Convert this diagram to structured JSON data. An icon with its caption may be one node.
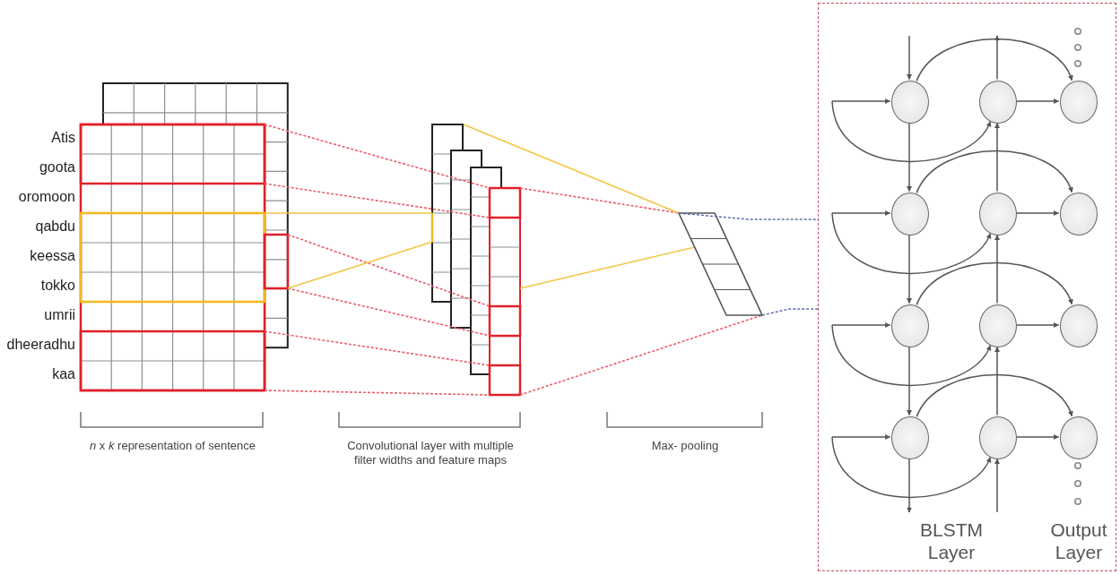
{
  "diagram": {
    "nodes": [
      {
        "text": [
          "BLSTM Layer",
          "Output Layer"
        ]
      },
      {
        "text": [],
        "shape": "circle",
        "in": 0
      },
      {
        "text": [],
        "shape": "circle",
        "in": 0
      },
      {
        "text": [],
        "shape": "circle",
        "in": 0
      },
      {
        "text": [],
        "shape": "circle",
        "in": 0
      },
      {
        "text": [],
        "shape": "circle",
        "in": 0
      },
      {
        "text": [],
        "shape": "circle",
        "in": 0
      },
      {
        "text": [],
        "shape": "circle",
        "in": 0
      },
      {
        "text": [],
        "shape": "circle",
        "in": 0
      },
      {
        "text": [],
        "shape": "circle",
        "in": 0
      },
      {
        "text": [],
        "shape": "circle",
        "in": 0
      },
      {
        "text": [],
        "shape": "circle",
        "in": 0
      },
      {
        "text": [],
        "shape": "circle",
        "in": 0
      }
    ],
    "edges": [
      {
        "from": null,
        "to": 1,
        "arrow": "to"
      },
      {
        "from": null,
        "to": 1,
        "arrow": "to"
      },
      {
        "from": null,
        "to": 2,
        "arrow": "to"
      },
      {
        "from": 1,
        "to": 3,
        "arrow": "to"
      },
      {
        "from": 2,
        "to": 3,
        "arrow": "to"
      },
      {
        "from": 1,
        "to": 4,
        "arrow": "to"
      },
      {
        "from": 5,
        "to": 2,
        "arrow": "to"
      },
      {
        "from": null,
        "to": 4,
        "arrow": "to"
      },
      {
        "from": null,
        "to": 5,
        "arrow": "to"
      },
      {
        "from": 4,
        "to": 6,
        "arrow": "to"
      },
      {
        "from": 5,
        "to": 6,
        "arrow": "to"
      },
      {
        "from": 4,
        "to": 7,
        "arrow": "to"
      },
      {
        "from": 8,
        "to": 5,
        "arrow": "to"
      },
      {
        "from": null,
        "to": 7,
        "arrow": "to"
      },
      {
        "from": null,
        "to": 8,
        "arrow": "to"
      },
      {
        "from": 7,
        "to": 9,
        "arrow": "to"
      },
      {
        "from": 8,
        "to": 9,
        "arrow": "to"
      },
      {
        "from": 7,
        "to": 10,
        "arrow": "to"
      },
      {
        "from": 11,
        "to": 8,
        "arrow": "to"
      },
      {
        "from": null,
        "to": 10,
        "arrow": "to"
      },
      {
        "from": null,
        "to": 11,
        "arrow": "to"
      },
      {
        "from": 10,
        "to": 12,
        "arrow": "to"
      },
      {
        "from": 11,
        "to": 12,
        "arrow": "to"
      },
      {
        "from": 2,
        "to": null,
        "arrow": "to"
      },
      {
        "from": 10,
        "to": null,
        "arrow": "to"
      },
      {
        "from": null,
        "to": 11,
        "arrow": "to"
      },
      {
        "from": null,
        "to": 0,
        "arrow": "none",
        "style": "dashed",
        "color": "#5b6ea8"
      },
      {
        "from": null,
        "to": 0,
        "arrow": "none",
        "style": "dashed",
        "color": "#5b6ea8"
      }
    ],
    "labels": [
      "Atis",
      "goota",
      "oromoon",
      "qabdu",
      "keessa",
      "tokko",
      "umrii",
      "dheeradhu",
      "kaa",
      "*n* x *k* representation of sentence",
      "Convolutional layer with multiple filter widths and feature maps",
      "Max- pooling"
    ]
  }
}
